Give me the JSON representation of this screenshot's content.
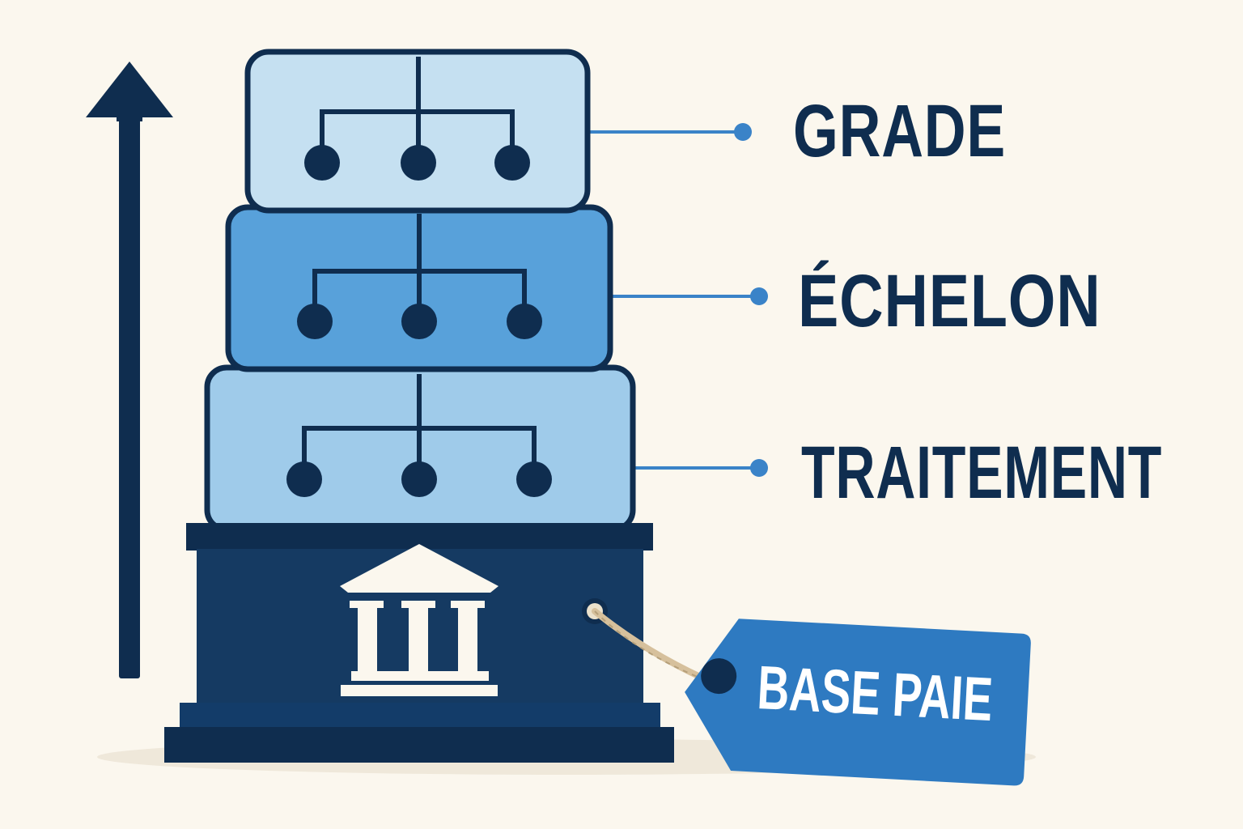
{
  "layers": [
    {
      "key": "grade",
      "label": "GRADE",
      "fill": "#c5e0f1"
    },
    {
      "key": "echelon",
      "label": "ÉCHELON",
      "fill": "#58a1da"
    },
    {
      "key": "traitement",
      "label": "TRAITEMENT",
      "fill": "#9fcbea"
    }
  ],
  "tag": {
    "label": "BASE PAIE",
    "fill": "#2e7ac1"
  },
  "colors": {
    "navy": "#0f2d4f",
    "background": "#fbf7ee",
    "connector": "#3a83c8",
    "white": "#ffffff",
    "string": "#d6c09c"
  },
  "icons": [
    "up-arrow-icon",
    "org-chart-icon",
    "bank-building-icon",
    "price-tag-icon"
  ]
}
